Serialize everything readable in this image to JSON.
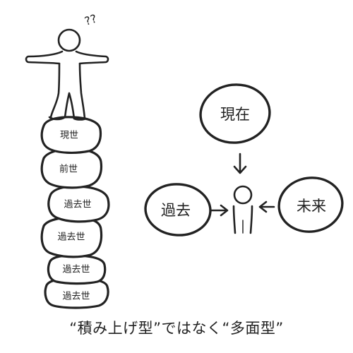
{
  "stack": {
    "stones": [
      "現世",
      "前世",
      "過去世",
      "過去世",
      "過去世",
      "過去世"
    ]
  },
  "right": {
    "present": "現在",
    "past": "過去",
    "future": "未来"
  },
  "thinking_mark": "??",
  "caption": "“積み上げ型”ではなく“多面型”"
}
